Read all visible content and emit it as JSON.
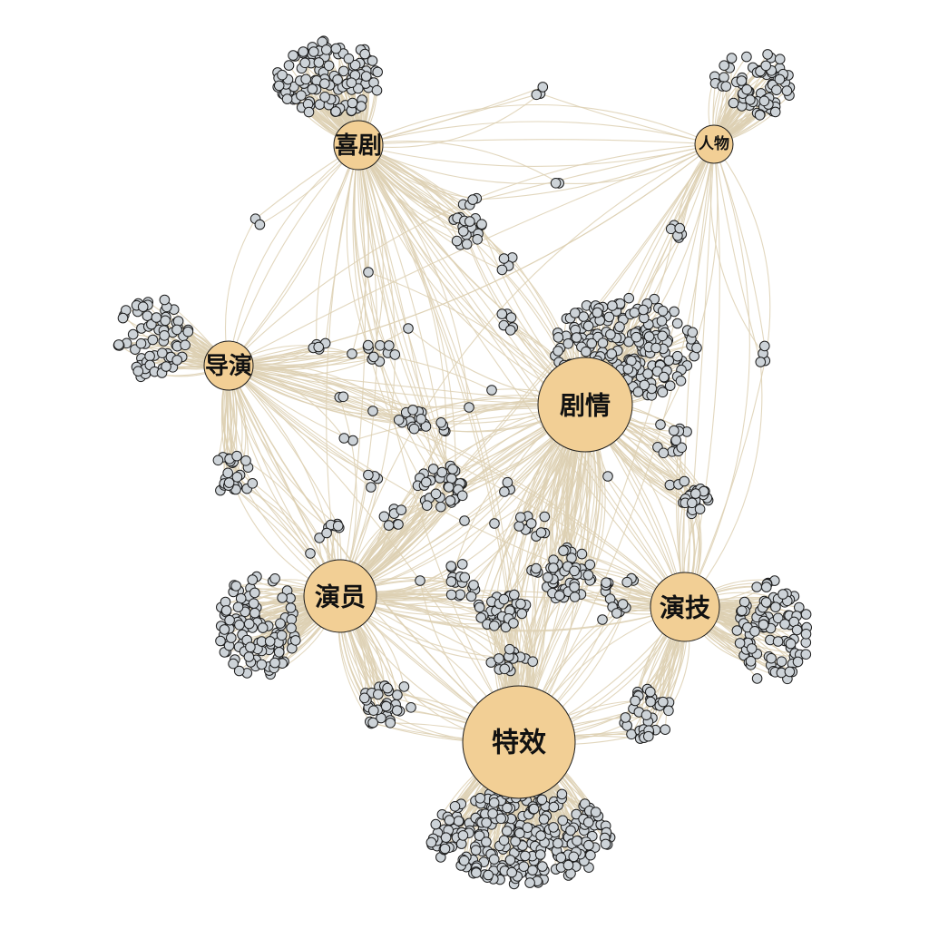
{
  "palette": {
    "background": "#ffffff",
    "link": "#ddd0b3",
    "hub_fill": "#f2cf95",
    "leaf_fill": "#cdd3d8",
    "node_stroke": "#1c1c1c"
  },
  "hubs": [
    {
      "id": "comedy",
      "label": "喜剧"
    },
    {
      "id": "character",
      "label": "人物"
    },
    {
      "id": "director",
      "label": "导演"
    },
    {
      "id": "plot",
      "label": "剧情"
    },
    {
      "id": "actor",
      "label": "演员"
    },
    {
      "id": "acting",
      "label": "演技"
    },
    {
      "id": "effects",
      "label": "特效"
    }
  ]
}
